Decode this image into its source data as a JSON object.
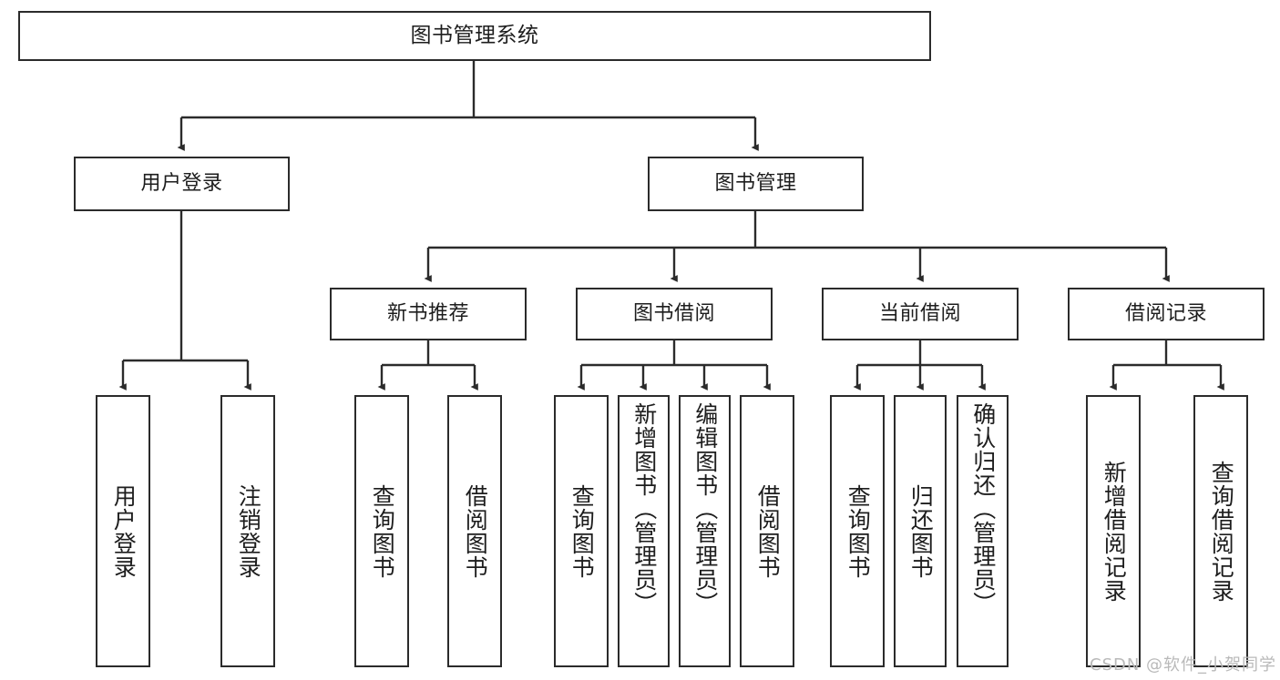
{
  "diagram": {
    "type": "tree-hierarchy",
    "title": "图书管理系统",
    "watermark": "CSDN @软件_小贺同学",
    "colors": {
      "border": "#2b2b2b",
      "background": "#ffffff",
      "text": "#1d1d1d",
      "watermark": "#b9b9b9"
    },
    "nodes": {
      "root": {
        "label": "图书管理系统"
      },
      "level2": [
        {
          "id": "user-login",
          "label": "用户登录"
        },
        {
          "id": "book-management",
          "label": "图书管理"
        }
      ],
      "level3": [
        {
          "id": "new-book-recommend",
          "label": "新书推荐"
        },
        {
          "id": "book-borrow",
          "label": "图书借阅"
        },
        {
          "id": "current-borrow",
          "label": "当前借阅"
        },
        {
          "id": "borrow-record",
          "label": "借阅记录"
        }
      ],
      "leaves": [
        {
          "id": "leaf-user-login",
          "label": "用户登录",
          "parent": "user-login"
        },
        {
          "id": "leaf-user-logout",
          "label": "注销登录",
          "parent": "user-login"
        },
        {
          "id": "leaf-query-book-1",
          "label": "查询图书",
          "parent": "new-book-recommend"
        },
        {
          "id": "leaf-borrow-book-1",
          "label": "借阅图书",
          "parent": "new-book-recommend"
        },
        {
          "id": "leaf-query-book-2",
          "label": "查询图书",
          "parent": "book-borrow"
        },
        {
          "id": "leaf-add-book",
          "label": "新增图书（管理员）",
          "parent": "book-borrow"
        },
        {
          "id": "leaf-edit-book",
          "label": "编辑图书（管理员）",
          "parent": "book-borrow"
        },
        {
          "id": "leaf-borrow-book-2",
          "label": "借阅图书",
          "parent": "book-borrow"
        },
        {
          "id": "leaf-query-book-3",
          "label": "查询图书",
          "parent": "current-borrow"
        },
        {
          "id": "leaf-return-book",
          "label": "归还图书",
          "parent": "current-borrow"
        },
        {
          "id": "leaf-confirm-return",
          "label": "确认归还（管理员）",
          "parent": "current-borrow"
        },
        {
          "id": "leaf-add-record",
          "label": "新增借阅记录",
          "parent": "borrow-record"
        },
        {
          "id": "leaf-query-record",
          "label": "查询借阅记录",
          "parent": "borrow-record"
        }
      ]
    }
  }
}
